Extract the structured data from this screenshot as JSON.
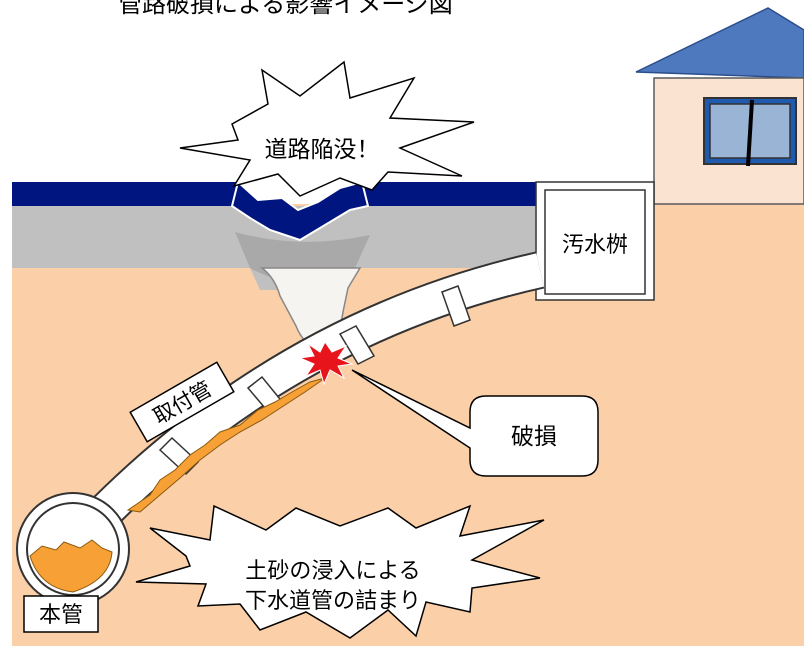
{
  "title": "管路破損による影響イメージ図",
  "labels": {
    "road_collapse": "道路陥没！",
    "catch_basin": "汚水桝",
    "lateral_pipe": "取付管",
    "damage": "破損",
    "main_pipe": "本管",
    "clog_line1": "土砂の浸入による",
    "clog_line2": "下水道管の詰まり"
  },
  "colors": {
    "soil": "#FBCFA8",
    "asphalt": "#001580",
    "roadbed": "#C0C0C0",
    "house_roof": "#4F79BE",
    "house_wall": "#FBE3D1",
    "sediment": "#F7A035",
    "damage_burst": "#E8141C",
    "pipe": "#FFFFFF"
  }
}
